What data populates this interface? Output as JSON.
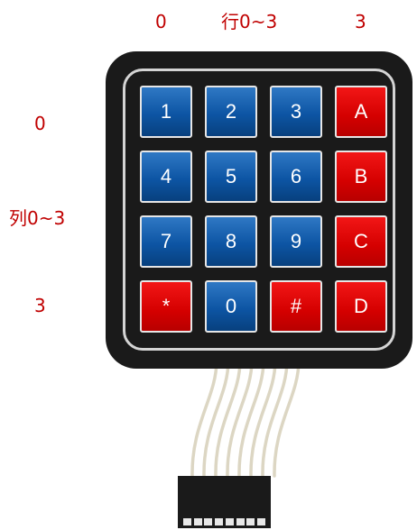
{
  "annotations": {
    "col_start": "0",
    "col_range": "行0~3",
    "col_end": "3",
    "row_start": "0",
    "row_range": "列0~3",
    "row_end": "3"
  },
  "keypad": {
    "rows": [
      [
        {
          "label": "1",
          "color": "blue"
        },
        {
          "label": "2",
          "color": "blue"
        },
        {
          "label": "3",
          "color": "blue"
        },
        {
          "label": "A",
          "color": "red"
        }
      ],
      [
        {
          "label": "4",
          "color": "blue"
        },
        {
          "label": "5",
          "color": "blue"
        },
        {
          "label": "6",
          "color": "blue"
        },
        {
          "label": "B",
          "color": "red"
        }
      ],
      [
        {
          "label": "7",
          "color": "blue"
        },
        {
          "label": "8",
          "color": "blue"
        },
        {
          "label": "9",
          "color": "blue"
        },
        {
          "label": "C",
          "color": "red"
        }
      ],
      [
        {
          "label": "*",
          "color": "red"
        },
        {
          "label": "0",
          "color": "blue"
        },
        {
          "label": "#",
          "color": "red"
        },
        {
          "label": "D",
          "color": "red"
        }
      ]
    ]
  },
  "colors": {
    "annotation": "#c00000",
    "key_blue": "#0d55a4",
    "key_red": "#d40000",
    "body": "#1a1a1a",
    "ribbon": "#dcd6c3"
  }
}
